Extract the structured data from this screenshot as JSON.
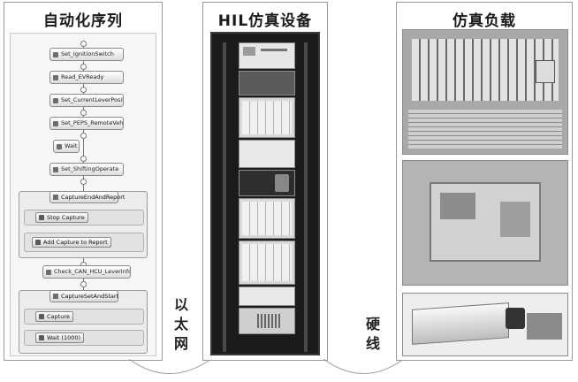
{
  "panels": {
    "sequence": {
      "title": "自动化序列"
    },
    "hil": {
      "title": "HIL仿真设备"
    },
    "load": {
      "title": "仿真负载"
    }
  },
  "sequence": {
    "steps": [
      "Set_IgnitionSwitch",
      "Read_EVReady",
      "Set_CurrentLeverPosition",
      "Set_PEPS_RemoteVehicle",
      "Wait",
      "Set_ShiftingOperate"
    ],
    "group1": {
      "header": "CaptureEndAndReport",
      "items": [
        "Stop Capture",
        "Add Capture to Report"
      ]
    },
    "step_after_group1": "Check_CAN_HCU_LeverInfo",
    "group2": {
      "header": "CaptureSetAndStart",
      "items": [
        "Capture",
        "Wait (1000)"
      ]
    }
  },
  "connections": {
    "ethernet": "以太网",
    "hardwire": "硬线"
  }
}
